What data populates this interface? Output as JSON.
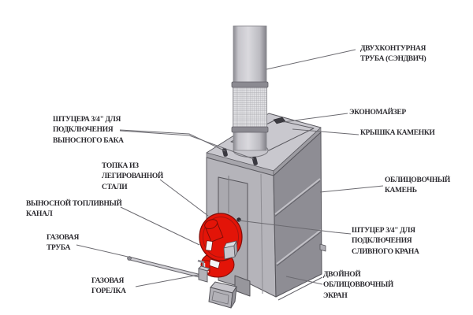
{
  "figure_type": "technical-diagram-sauna-gas-stove",
  "colors": {
    "background": "#ffffff",
    "label_text": "#2d2c31",
    "leader_line": "#6b6a70",
    "door_red": "#e31408",
    "door_red_outline": "#7e0d08",
    "door_red_rim": "#a51510",
    "top_face": "#c9c8ce",
    "front_face": "#b5b4ba",
    "side_face": "#8e8d94",
    "channel_panel": "#aaa9af",
    "pipe_band": "#8b8a91",
    "outline": "#55545a",
    "white_detail": "#f4f4f6"
  },
  "labels": {
    "chimney": {
      "lines": [
        "ДВУХКОНТУРНАЯ",
        "ТРУБА (СЭНДВИЧ)"
      ]
    },
    "economizer": {
      "lines": [
        "ЭКОНОМАЙЗЕР"
      ]
    },
    "stove_lid": {
      "lines": [
        "КРЫШКА КАМЕНКИ"
      ]
    },
    "facing_stone": {
      "lines": [
        "ОБЛИЦОВОЧНЫЙ",
        "КАМЕНЬ"
      ]
    },
    "drain_fitting": {
      "lines": [
        "ШТУЦЕР 3/4\" ДЛЯ",
        "ПОДКЛЮЧЕНИЯ",
        "СЛИВНОГО КРАНА"
      ]
    },
    "double_screen": {
      "lines": [
        "ДВОЙНОЙ",
        "ОБЛИЦОВВОЧНЫЙ",
        "ЭКРАН"
      ]
    },
    "tank_fittings": {
      "lines": [
        "ШТУЦЕРА 3/4\" ДЛЯ",
        "ПОДКЛЮЧЕНИЯ",
        "ВЫНОСНОГО БАКА"
      ]
    },
    "firebox": {
      "lines": [
        "ТОПКА ИЗ",
        "ЛЕГИРОВАННОЙ",
        "СТАЛИ"
      ]
    },
    "fuel_channel": {
      "lines": [
        "ВЫНОСНОЙ ТОПЛИВНЫЙ",
        "КАНАЛ"
      ]
    },
    "gas_pipe": {
      "lines": [
        "ГАЗОВАЯ",
        "ТРУБА"
      ]
    },
    "gas_burner": {
      "lines": [
        "ГАЗОВАЯ",
        "ГОРЕЛКА"
      ]
    }
  }
}
